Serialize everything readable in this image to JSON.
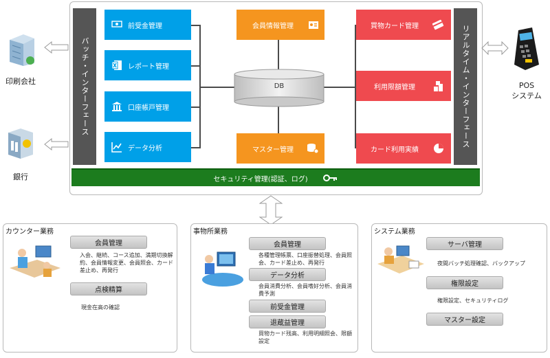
{
  "top": {
    "batch_interface": "バッチ・インターフェース",
    "realtime_interface": "リアルタイム・インターフェース",
    "left_boxes": [
      "前受金管理",
      "レポート管理",
      "口座帳戸管理",
      "データ分析"
    ],
    "center_boxes": [
      "会員情報管理",
      "マスター管理"
    ],
    "db": "DB",
    "right_boxes": [
      "買物カード管理",
      "利用限額管理",
      "カード利用実績"
    ],
    "security": "セキュリティ管理(認証、ログ)"
  },
  "external": {
    "print_company": "印刷会社",
    "bank": "銀行",
    "pos_line1": "POS",
    "pos_line2": "システム"
  },
  "panels": {
    "counter": {
      "title": "カウンター業務",
      "items": [
        {
          "label": "会員管理",
          "desc": "入会、継続、コース追加、満期切換解約、会員情報変更、会員照会、カード差止め、再発行"
        },
        {
          "label": "点検精算",
          "desc": "現金在高の確認"
        }
      ]
    },
    "office": {
      "title": "事物所業務",
      "items": [
        {
          "label": "会員管理",
          "desc": "各種管理帳票、口座振替処理、会員照会、カード差止め、再発行"
        },
        {
          "label": "データ分析",
          "desc": "会員消費分析、会員嗜好分析、会員消費予測"
        },
        {
          "label": "前受金管理",
          "desc": ""
        },
        {
          "label": "退蔵益管理",
          "desc": "買物カード残高、利用明細照会、限額設定"
        }
      ]
    },
    "system": {
      "title": "システム業務",
      "items": [
        {
          "label": "サーバ管理",
          "desc": "夜間バッチ処理確認、バックアップ"
        },
        {
          "label": "権限設定",
          "desc": "権限設定、セキュリティログ"
        },
        {
          "label": "マスター設定",
          "desc": ""
        }
      ]
    }
  }
}
